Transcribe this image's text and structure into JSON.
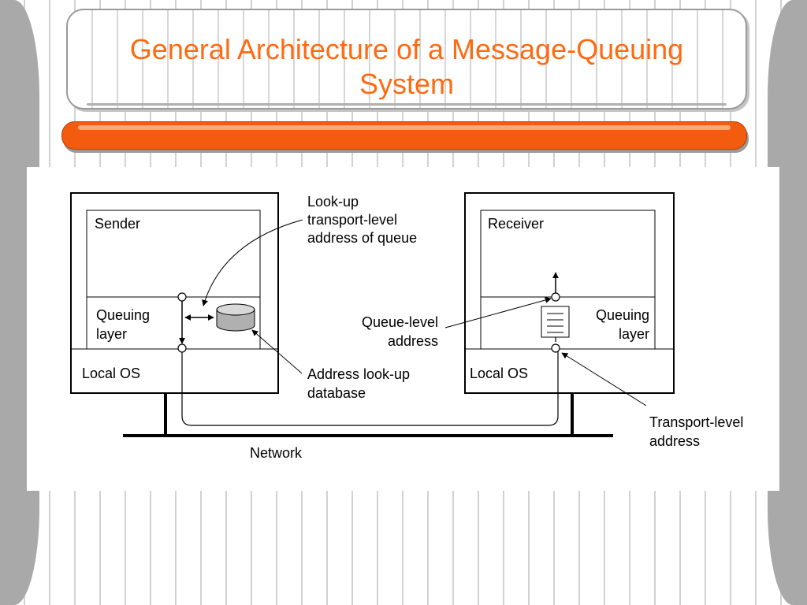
{
  "slide": {
    "title_line1": "General Architecture of a Message-Queuing",
    "title_line2": "System",
    "title_color": "#ff6a10",
    "accent_bar_color": "#f35c0e"
  },
  "diagram": {
    "sender": {
      "app_label": "Sender",
      "queuing_label_1": "Queuing",
      "queuing_label_2": "layer",
      "os_label": "Local OS"
    },
    "receiver": {
      "app_label": "Receiver",
      "queuing_label_1": "Queuing",
      "queuing_label_2": "layer",
      "os_label": "Local OS"
    },
    "network_label": "Network",
    "annotations": {
      "lookup_1": "Look-up",
      "lookup_2": "transport-level",
      "lookup_3": "address of queue",
      "queue_level_1": "Queue-level",
      "queue_level_2": "address",
      "db_1": "Address look-up",
      "db_2": "database",
      "transport_1": "Transport-level",
      "transport_2": "address"
    }
  }
}
